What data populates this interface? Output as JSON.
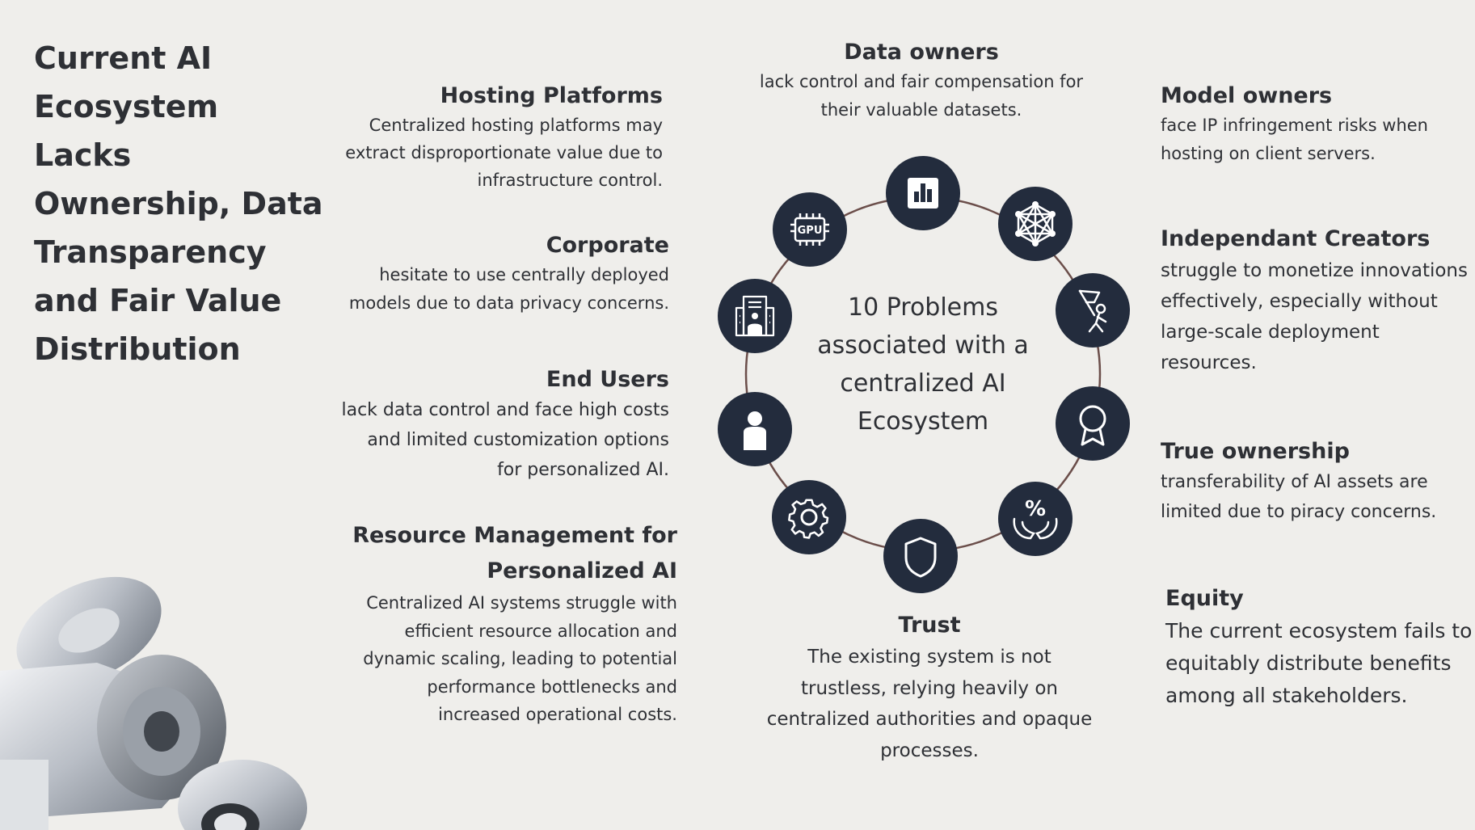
{
  "title": "Current AI Ecosystem Lacks Ownership, Data Transparency and Fair Value Distribution",
  "center_label": "10 Problems associated with a centralized AI Ecosystem",
  "problems": {
    "hosting": {
      "heading": "Hosting Platforms",
      "text": "Centralized hosting platforms may extract disproportionate value due to infrastructure control."
    },
    "corporate": {
      "heading": "Corporate",
      "text": "hesitate to use centrally deployed models due to data privacy concerns."
    },
    "end_users": {
      "heading": "End Users",
      "text": "lack data control and  face high costs and limited customization options for personalized AI."
    },
    "resource": {
      "heading": "Resource Management for Personalized AI",
      "text": "Centralized AI systems struggle with efficient resource allocation and dynamic scaling, leading to potential performance bottlenecks and increased operational costs."
    },
    "data_owners": {
      "heading": "Data owners",
      "text": "lack control and fair compensation for their valuable datasets."
    },
    "trust": {
      "heading": "Trust",
      "text": "The existing system is not trustless, relying heavily on centralized authorities and opaque processes."
    },
    "model_owners": {
      "heading": "Model owners",
      "text": " face IP infringement risks when hosting on client servers."
    },
    "creators": {
      "heading": "Independant Creators",
      "text": "struggle to monetize innovations effectively, especially without large-scale deployment resources."
    },
    "ownership": {
      "heading": "True ownership",
      "text": "transferability of AI assets are limited due to piracy concerns."
    },
    "equity": {
      "heading": "Equity",
      "text": "The current ecosystem fails to equitably distribute benefits among all stakeholders."
    }
  },
  "icons": [
    {
      "name": "bar-chart-icon"
    },
    {
      "name": "network-icon"
    },
    {
      "name": "flag-climber-icon"
    },
    {
      "name": "award-ribbon-icon"
    },
    {
      "name": "percent-hands-icon"
    },
    {
      "name": "shield-icon"
    },
    {
      "name": "gear-icon"
    },
    {
      "name": "user-icon"
    },
    {
      "name": "corporate-building-icon"
    },
    {
      "name": "gpu-chip-icon",
      "label": "GPU"
    }
  ],
  "colors": {
    "background": "#efeeeb",
    "node": "#232c3d",
    "ring": "#6b4e4a",
    "text": "#2e3035"
  }
}
